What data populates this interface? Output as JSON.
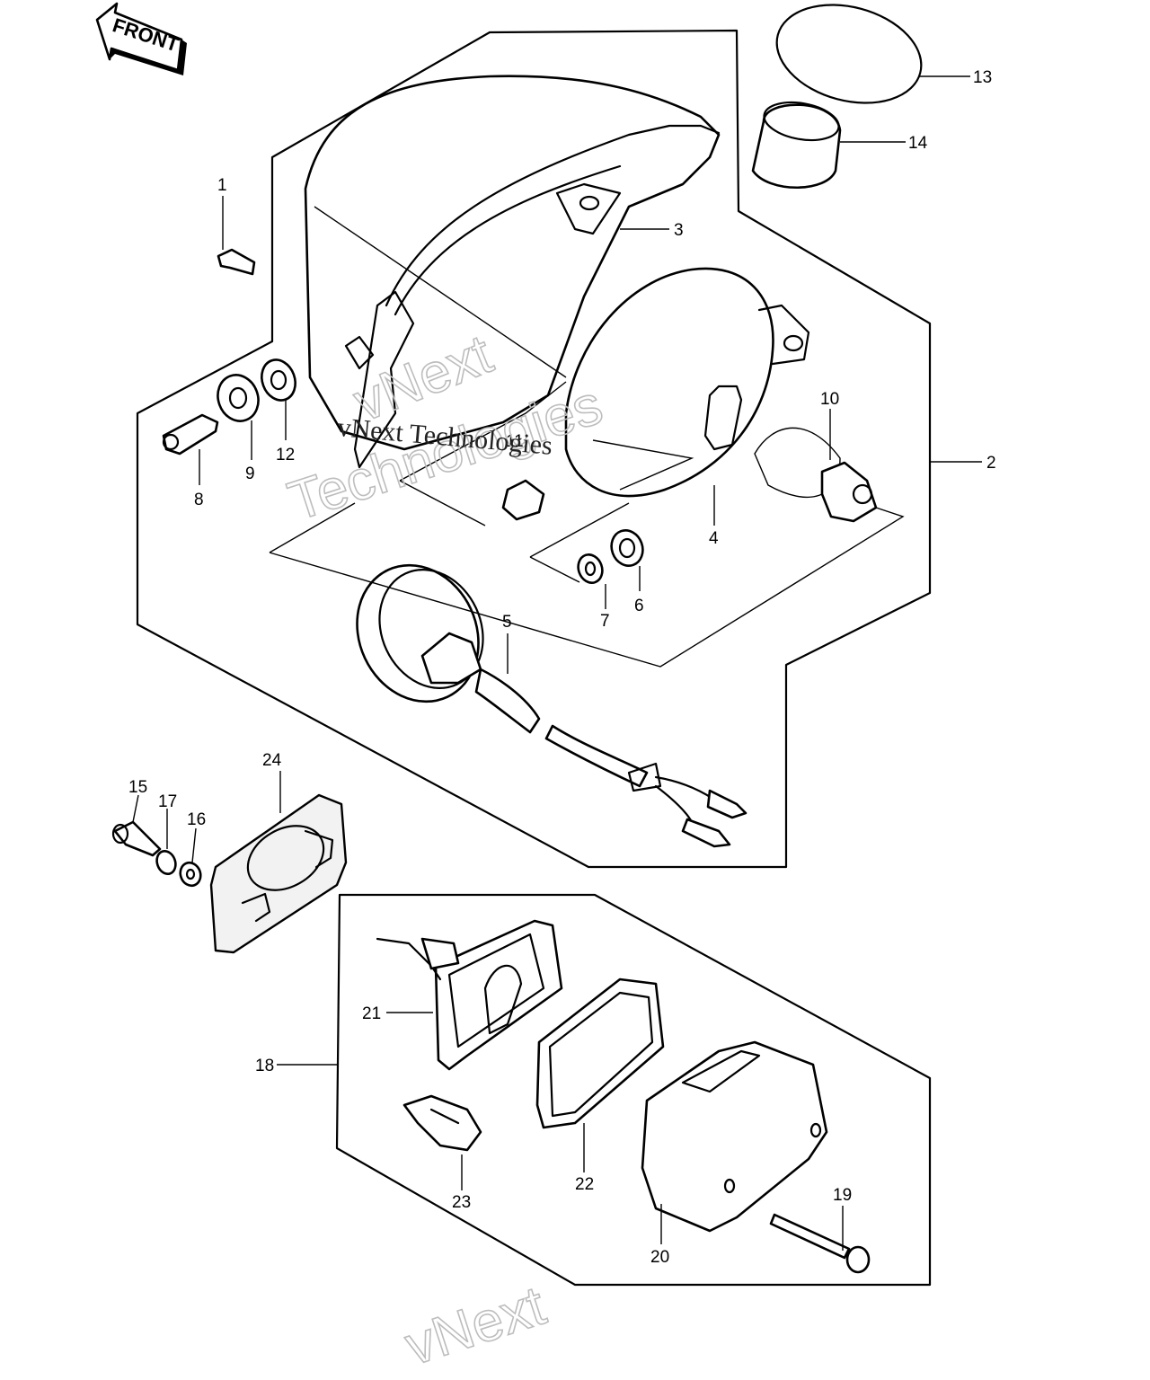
{
  "diagram": {
    "front_label": "FRONT",
    "callouts": [
      "1",
      "2",
      "3",
      "4",
      "5",
      "6",
      "7",
      "8",
      "9",
      "10",
      "11",
      "12",
      "13",
      "14",
      "15",
      "16",
      "17",
      "18",
      "19",
      "20",
      "21",
      "22",
      "23",
      "24"
    ]
  },
  "watermark": {
    "lines": [
      "vNext",
      "Technologies",
      "vNext Technologies"
    ]
  }
}
